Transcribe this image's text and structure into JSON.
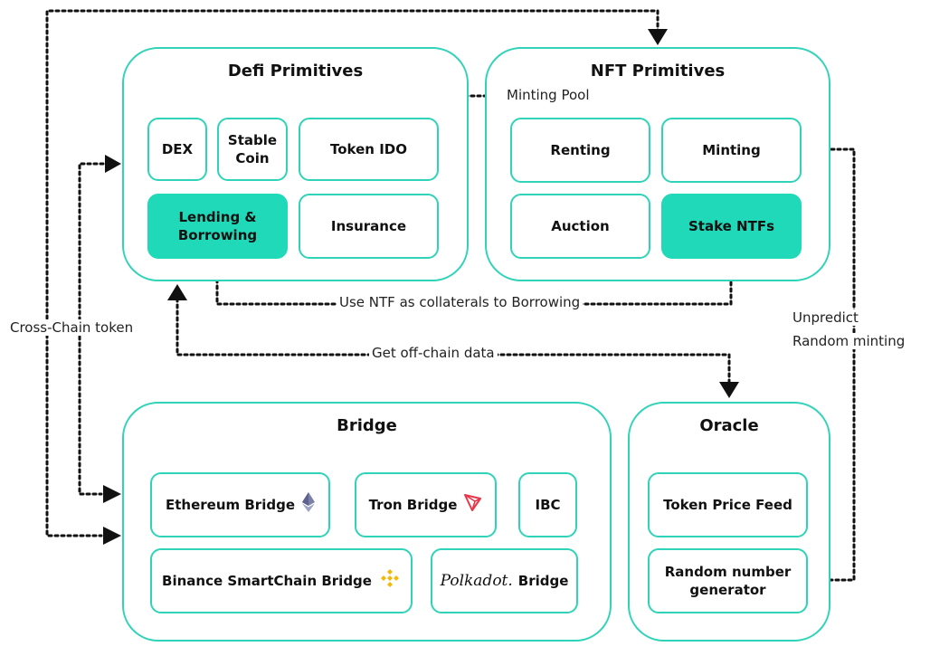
{
  "panels": {
    "defi": {
      "title": "Defi Primitives"
    },
    "nft": {
      "title": "NFT Primitives"
    },
    "bridge": {
      "title": "Bridge"
    },
    "oracle": {
      "title": "Oracle"
    }
  },
  "boxes": {
    "dex": "DEX",
    "stable_coin_line1": "Stable",
    "stable_coin_line2": "Coin",
    "token_ido": "Token IDO",
    "lending_line1": "Lending &",
    "lending_line2": "Borrowing",
    "insurance": "Insurance",
    "renting": "Renting",
    "minting": "Minting",
    "auction": "Auction",
    "stake_nfts": "Stake NTFs",
    "ethereum_bridge": "Ethereum Bridge",
    "tron_bridge": "Tron Bridge",
    "ibc": "IBC",
    "binance_bridge": "Binance SmartChain Bridge",
    "polkadot_logo": "Polkadot.",
    "polkadot_bridge": "Bridge",
    "token_price_feed": "Token Price Feed",
    "rng_line1": "Random number",
    "rng_line2": "generator"
  },
  "connector_labels": {
    "minting_pool": "Minting Pool",
    "collateral": "Use NTF as collaterals to Borrowing",
    "cross_chain": "Cross-Chain token",
    "off_chain": "Get off-chain data",
    "unpredict_line1": "Unpredict",
    "unpredict_line2": "Random minting"
  },
  "colors": {
    "accent": "#2fd3b8",
    "filled": "#20d9b8",
    "ethereum": "#7a7fa8",
    "tron": "#e8374a",
    "binance": "#f0b90b"
  }
}
